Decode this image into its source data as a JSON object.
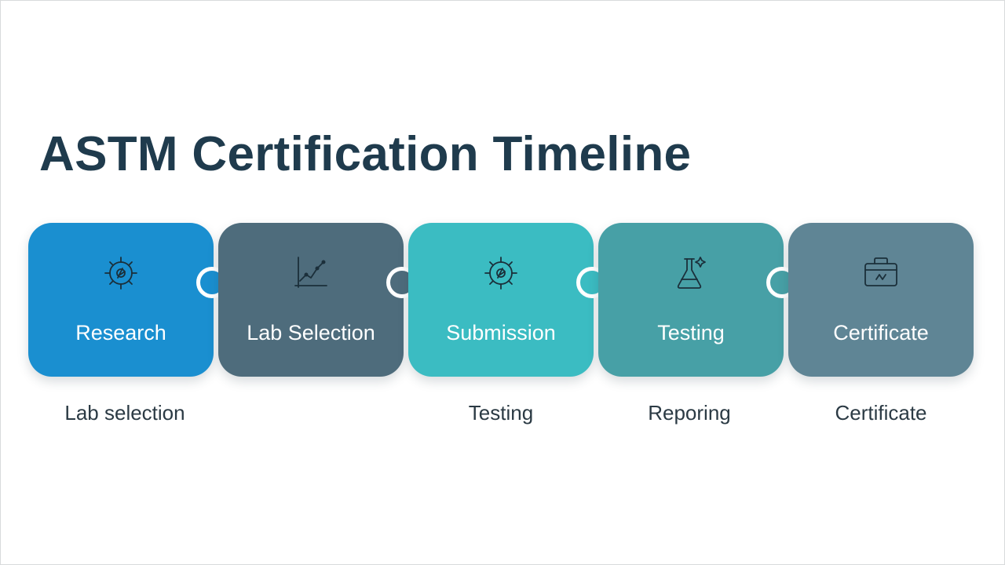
{
  "title": "ASTM Certification Timeline",
  "steps": [
    {
      "label": "Research",
      "color": "#1a8fd0",
      "icon": "gear-icon"
    },
    {
      "label": "Lab Selection",
      "color": "#4e6c7c",
      "icon": "chart-icon"
    },
    {
      "label": "Submission",
      "color": "#3bbcc2",
      "icon": "gear-icon"
    },
    {
      "label": "Testing",
      "color": "#47a0a6",
      "icon": "flask-icon"
    },
    {
      "label": "Certificate",
      "color": "#5f8595",
      "icon": "briefcase-icon"
    }
  ],
  "sublabels": [
    "Lab selection",
    "",
    "Testing",
    "Reporing",
    "Certificate"
  ]
}
